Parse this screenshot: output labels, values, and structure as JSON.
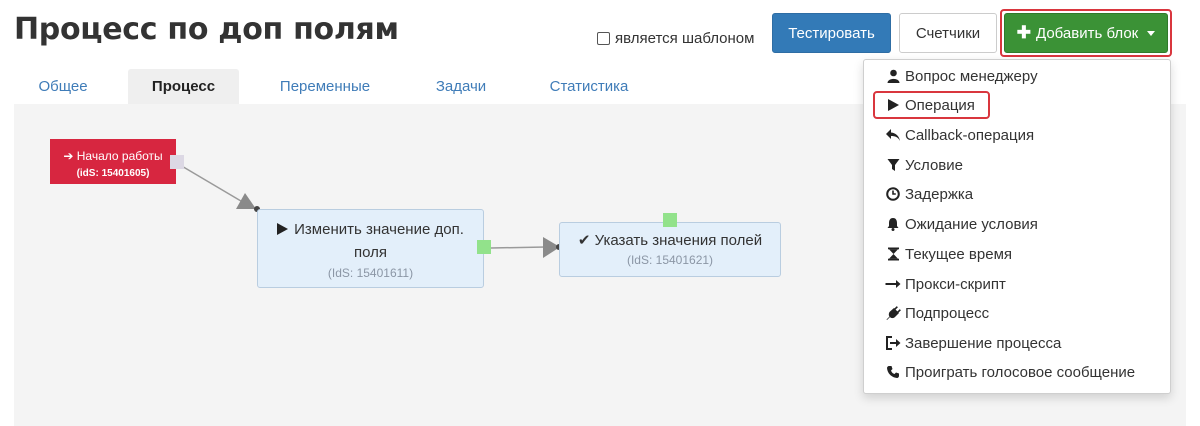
{
  "header": {
    "title": "Процесс по доп полям",
    "template_label": "является шаблоном",
    "test_button": "Тестировать",
    "counters_button": "Счетчики",
    "add_block_button": "Добавить блок"
  },
  "tabs": [
    {
      "label": "Общее",
      "active": false
    },
    {
      "label": "Процесс",
      "active": true
    },
    {
      "label": "Переменные",
      "active": false
    },
    {
      "label": "Задачи",
      "active": false
    },
    {
      "label": "Статистика",
      "active": false
    }
  ],
  "nodes": {
    "start": {
      "label": "Начало работы",
      "ids": "(idS: 15401605)"
    },
    "operation": {
      "line1": "Изменить значение доп.",
      "line2": "поля",
      "ids": "(IdS: 15401611)"
    },
    "set_values": {
      "label": "Указать значения полей",
      "ids": "(IdS: 15401621)"
    }
  },
  "menu": {
    "items": [
      {
        "label": "Вопрос менеджеру",
        "icon": "user-icon"
      },
      {
        "label": "Операция",
        "icon": "play-icon"
      },
      {
        "label": "Callback-операция",
        "icon": "reply-icon"
      },
      {
        "label": "Условие",
        "icon": "filter-icon"
      },
      {
        "label": "Задержка",
        "icon": "clock-icon"
      },
      {
        "label": "Ожидание условия",
        "icon": "bell-icon"
      },
      {
        "label": "Текущее время",
        "icon": "hourglass-icon"
      },
      {
        "label": "Прокси-скрипт",
        "icon": "arrow-right-icon"
      },
      {
        "label": "Подпроцесс",
        "icon": "plug-icon"
      },
      {
        "label": "Завершение процесса",
        "icon": "sign-out-icon"
      },
      {
        "label": "Проиграть голосовое сообщение",
        "icon": "phone-icon"
      }
    ]
  },
  "colors": {
    "primary": "#337ab7",
    "success": "#3b9236",
    "start_node": "#d72640",
    "highlight": "#d9363e",
    "node_bg": "#e3effa"
  }
}
